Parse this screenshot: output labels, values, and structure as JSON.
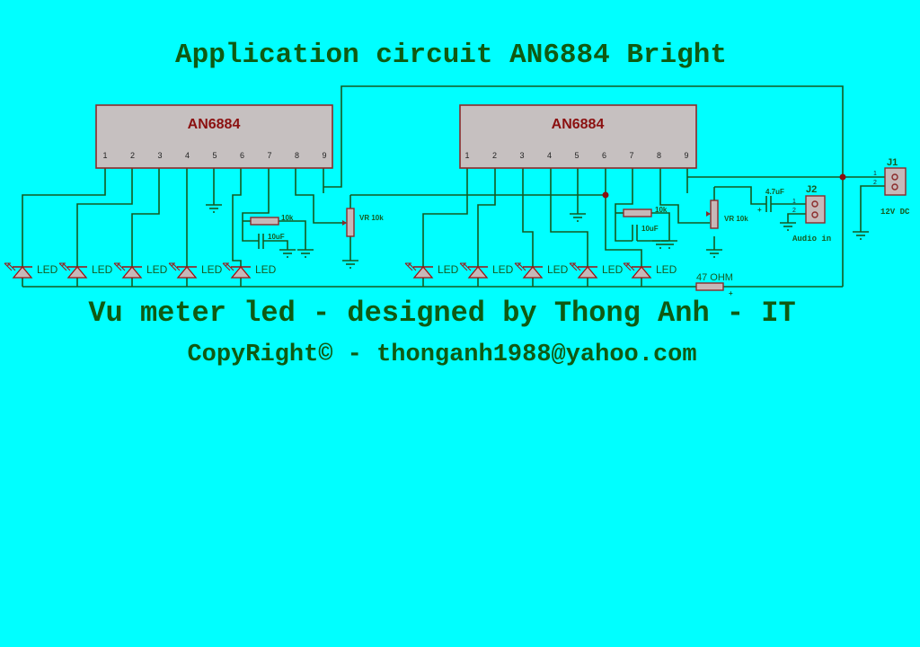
{
  "title": "Application circuit AN6884 Bright",
  "subtitle": "Vu meter led - designed by Thong Anh - IT",
  "copyright": "CopyRight© - thonganh1988@yahoo.com",
  "ics": [
    {
      "label": "AN6884"
    },
    {
      "label": "AN6884"
    }
  ],
  "pins": [
    "1",
    "2",
    "3",
    "4",
    "5",
    "6",
    "7",
    "8",
    "9"
  ],
  "led_label": "LED",
  "components": {
    "r1": "10k",
    "c1": "10uF",
    "vr1": "VR 10k",
    "r2": "10k",
    "c2": "10uF",
    "vr2": "VR 10k",
    "c3": "4.7uF",
    "c3_pol": "+",
    "r_series": "47 OHM",
    "r_series_pol": "+",
    "j1": "J1",
    "j1_desc": "12V DC",
    "j1_pin1": "1",
    "j1_pin2": "2",
    "j2": "J2",
    "j2_desc": "Audio in",
    "j2_pin1": "1",
    "j2_pin2": "2"
  },
  "colors": {
    "background": "#00ffff",
    "wire": "#145a20",
    "ic_label": "#8b1010",
    "text": "#0f5a12"
  }
}
